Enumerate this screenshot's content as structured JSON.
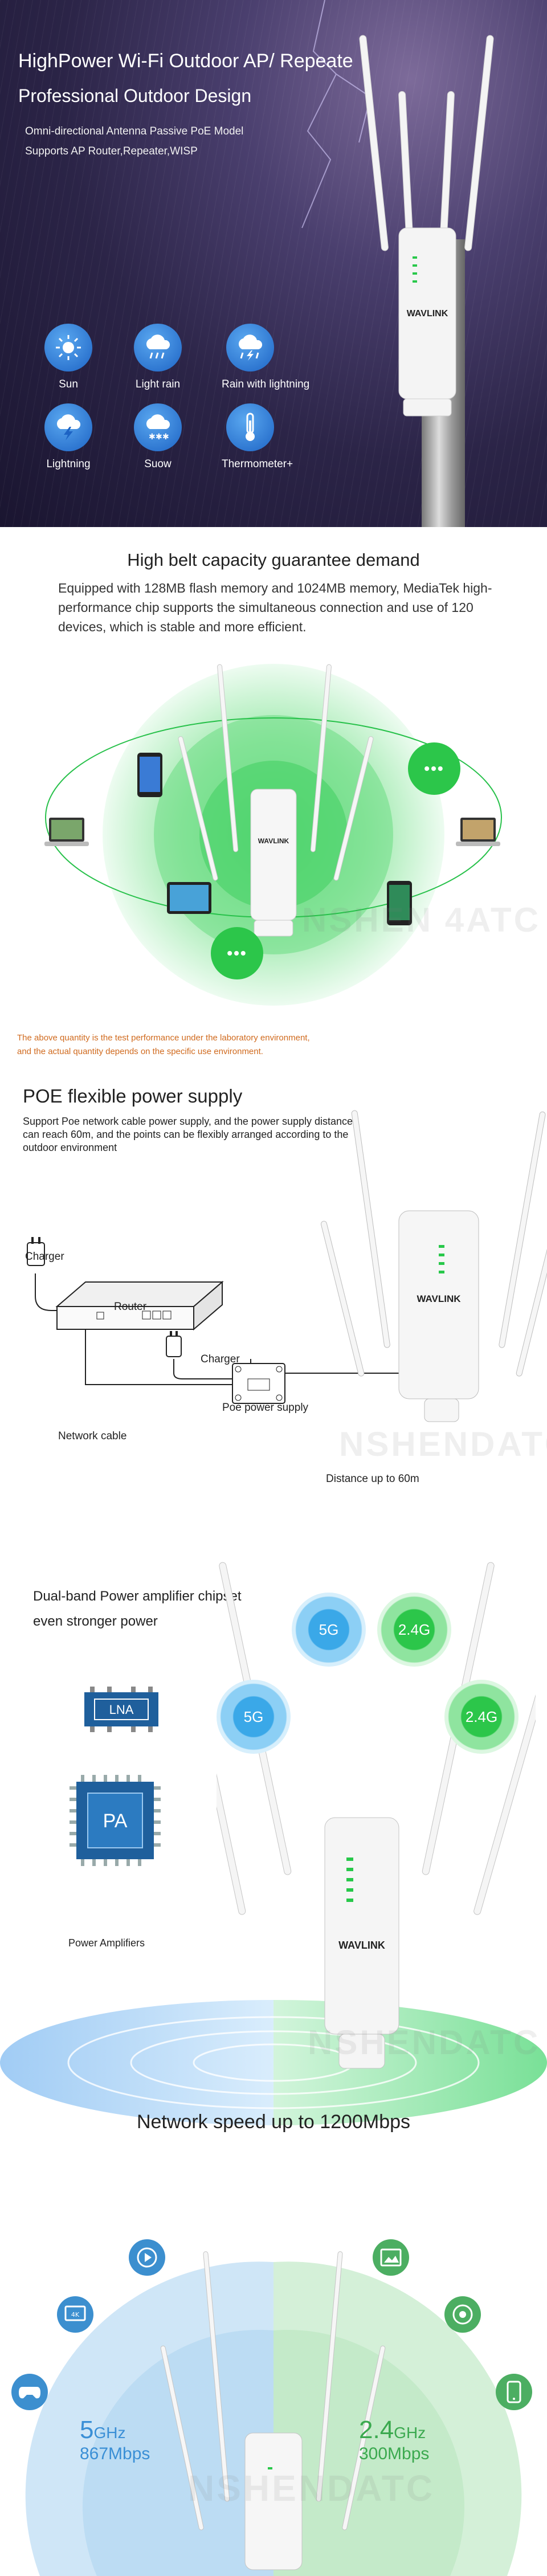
{
  "hero": {
    "title1": "HighPower Wi-Fi Outdoor  AP/ Repeate",
    "title2": "Professional  Outdoor Design",
    "sub1": "Omni-directional Antenna  Passive PoE Model",
    "sub2": "Supports AP  Router,Repeater,WISP",
    "weather": [
      {
        "label": "Sun",
        "icon": "sun-icon"
      },
      {
        "label": "Light rain",
        "icon": "light-rain-icon"
      },
      {
        "label": "Rain with lightning",
        "icon": "rain-lightning-icon"
      },
      {
        "label": "Lightning",
        "icon": "lightning-icon"
      },
      {
        "label": "Suow",
        "icon": "snow-icon"
      },
      {
        "label": "Thermometer+",
        "icon": "thermometer-icon"
      }
    ],
    "brand": "WAVLINK"
  },
  "capacity": {
    "title": "High belt capacity guarantee demand",
    "body": "Equipped with 128MB flash memory and 1024MB memory, MediaTek high-performance chip supports the simultaneous connection and use of 120 devices, which is stable and more efficient.",
    "note1": "The above quantity is the test performance under the laboratory environment,",
    "note2": "and the actual quantity depends on the specific use environment.",
    "more": "•••",
    "watermark": "NSHEN    4ATC"
  },
  "poe": {
    "title": "POE flexible power supply",
    "body": "Support Poe network cable power supply, and the power supply distance can reach 60m, and the points can be flexibly arranged according to the outdoor environment",
    "charger1": "Charger",
    "router": "Router",
    "charger2": "Charger",
    "poe_supply": "Poe power supply",
    "network_cable": "Network cable",
    "distance": "Distance up to 60m",
    "watermark": "NSHENDATC"
  },
  "amp": {
    "title": "Dual-band Power amplifier chipset  even stronger power",
    "lna": "LNA",
    "pa": "PA",
    "chip_label": "Power Amplifiers",
    "band_5g": "5G",
    "band_24g": "2.4G",
    "caption": "Network speed up to 1200Mbps",
    "watermark": "NSHENDATC"
  },
  "speed": {
    "left_num": "5",
    "left_unit": "GHz",
    "left_rate": "867Mbps",
    "right_num": "2.4",
    "right_unit": "GHz",
    "right_rate": "300Mbps",
    "watermark": "NSHENDATC"
  },
  "colors": {
    "accent_blue": "#3aa8e8",
    "accent_green": "#2cc64a",
    "note_orange": "#d06a1e"
  }
}
